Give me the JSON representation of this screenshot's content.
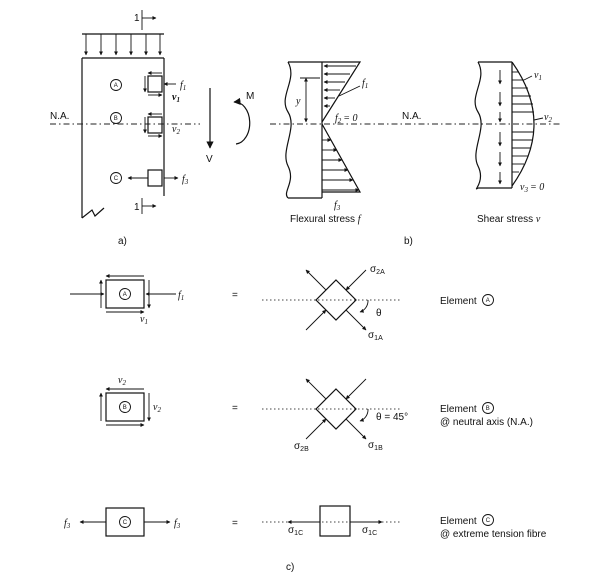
{
  "panel_a": {
    "section_mark": "1",
    "na_label": "N.A.",
    "element_a": "A",
    "element_b": "B",
    "element_c": "C",
    "f1": "f",
    "f1_sub": "1",
    "v1": "v",
    "v1_sub": "1",
    "v2": "v",
    "v2_sub": "2",
    "f3": "f",
    "f3_sub": "3",
    "moment": "M",
    "shear": "V",
    "caption": "a)"
  },
  "panel_b": {
    "f1": "f",
    "f1_sub": "1",
    "y": "y",
    "f2_eq": "= 0",
    "f2": "f",
    "f2_sub": "2",
    "f3": "f",
    "f3_sub": "3",
    "na_label": "N.A.",
    "v1": "v",
    "v1_sub": "1",
    "v2": "v",
    "v2_sub": "2",
    "v3": "v",
    "v3_sub": "3",
    "v3_eq": "= 0",
    "flexural_caption": "Flexural stress",
    "flexural_symbol": "f",
    "shear_caption": "Shear stress",
    "shear_symbol": "v",
    "caption": "b)"
  },
  "panel_c": {
    "row_a": {
      "element": "A",
      "f": "f",
      "f_sub": "1",
      "v": "v",
      "v_sub": "1",
      "equals": "=",
      "sigma2": "σ",
      "sigma2_sub": "2A",
      "sigma1": "σ",
      "sigma1_sub": "1A",
      "theta": "θ",
      "label": "Element",
      "label_mark": "A"
    },
    "row_b": {
      "element": "B",
      "v_top": "v",
      "v_top_sub": "2",
      "v_side": "v",
      "v_side_sub": "2",
      "equals": "=",
      "sigma2": "σ",
      "sigma2_sub": "2B",
      "sigma1": "σ",
      "sigma1_sub": "1B",
      "theta": "θ = 45°",
      "label": "Element",
      "label_mark": "B",
      "sublabel": "@ neutral axis (N.A.)"
    },
    "row_c": {
      "element": "C",
      "f_left": "f",
      "f_left_sub": "3",
      "f_right": "f",
      "f_right_sub": "3",
      "equals": "=",
      "sigma_left": "σ",
      "sigma_left_sub": "1C",
      "sigma_right": "σ",
      "sigma_right_sub": "1C",
      "label": "Element",
      "label_mark": "C",
      "sublabel": "@ extreme tension fibre"
    },
    "caption": "c)"
  }
}
